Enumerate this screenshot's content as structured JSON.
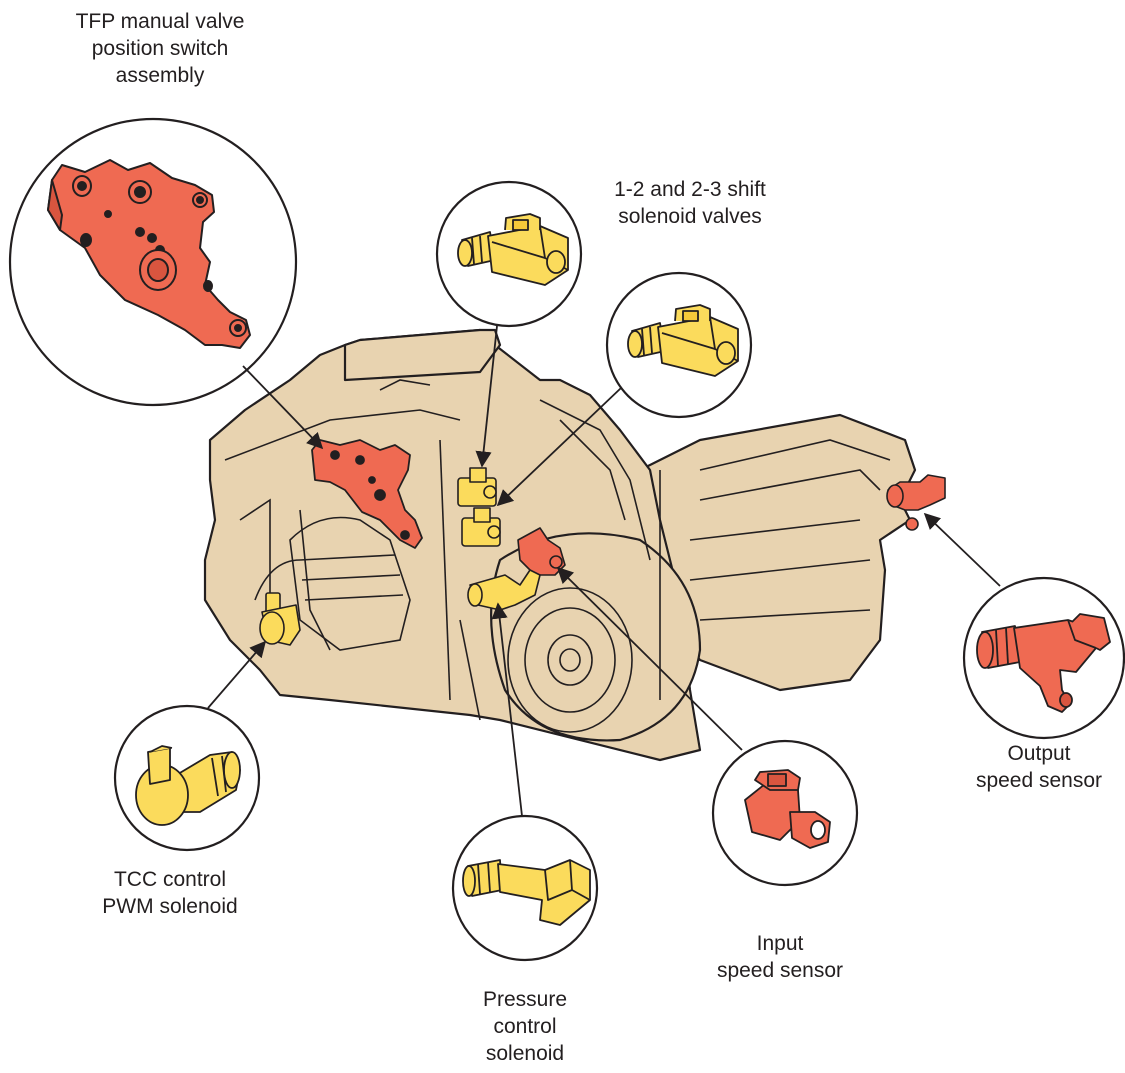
{
  "colors": {
    "housing": "#e8d3b0",
    "outline": "#231f20",
    "red_part": "#ef6a52",
    "yellow_part": "#fbdb5c",
    "background": "#ffffff"
  },
  "labels": {
    "tfp": [
      "TFP manual valve",
      "position switch",
      "assembly"
    ],
    "shift": [
      "1-2 and 2-3 shift",
      "solenoid valves"
    ],
    "tcc": [
      "TCC control",
      "PWM solenoid"
    ],
    "pressure": [
      "Pressure",
      "control",
      "solenoid"
    ],
    "input": [
      "Input",
      "speed sensor"
    ],
    "output": [
      "Output",
      "speed sensor"
    ]
  }
}
